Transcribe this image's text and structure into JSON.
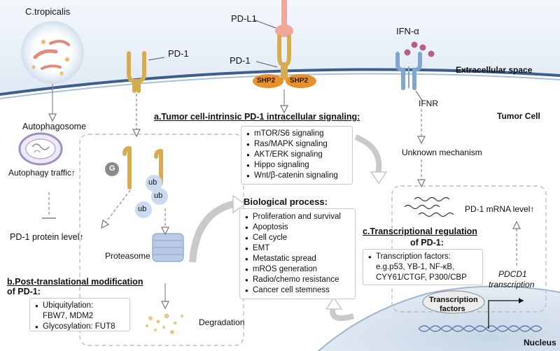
{
  "labels": {
    "c_tropicalis": "C.tropicalis",
    "pd1_top": "PD-1",
    "pdl1": "PD-L1",
    "pd1_mid": "PD-1",
    "shp2_left": "SHP2",
    "shp2_right": "SHP2",
    "ifn_alpha": "IFN-α",
    "extracellular": "Extracellular space",
    "ifnr": "IFNR",
    "tumor_cell": "Tumor Cell",
    "autophagosome": "Autophagosome",
    "autophagy_traffic": "Autophagy traffic↑",
    "g_badge": "G",
    "ub1": "ub",
    "ub2": "ub",
    "ub3": "ub",
    "pd1_protein": "PD-1 protein level↑",
    "proteasome": "Proteasome",
    "degradation": "Degradation",
    "unknown_mechanism": "Unknown mechanism",
    "pd1_mrna": "PD-1 mRNA level↑",
    "pdcd1_line1": "PDCD1",
    "pdcd1_line2": "transcription",
    "transcription_factors_line1": "Transcription",
    "transcription_factors_line2": "factors",
    "nucleus": "Nucleus"
  },
  "section_a": {
    "title": "a.Tumor cell-intrinsic PD-1 intracellular signaling:",
    "items": [
      "mTOR/S6 signaling",
      "Ras/MAPK signaling",
      "AKT/ERK signaling",
      "Hippo signaling",
      "Wnt/β-catenin signaling"
    ]
  },
  "biological": {
    "title": "Biological process:",
    "items": [
      "Proliferation and survival",
      "Apoptosis",
      "Cell cycle",
      "EMT",
      "Metastatic spread",
      "mROS generation",
      "Radio/chemo resistance",
      "Cancer cell stemness"
    ]
  },
  "section_b": {
    "title_line1": "b.Post-translational modification",
    "title_line2": "of PD-1:",
    "items": [
      {
        "line1": "Ubiquitylation:",
        "line2": "FBW7, MDM2"
      },
      {
        "line1": "Glycosylation: FUT8",
        "line2": ""
      }
    ]
  },
  "section_c": {
    "title_line1": "c.Transcriptional regulation",
    "title_line2": "of PD-1:",
    "item_line1": "Transcription factors:",
    "lines": [
      "e.g.p53, YB-1, NF-κB,",
      "CYY61/CTGF, P300/CBP"
    ]
  },
  "colors": {
    "receptor": "#d7ac4f",
    "pdl1": "#f2a59a",
    "shp2": "#e8902a",
    "ifnr": "#7fa7cf",
    "ifn_dots": "#b46081",
    "ub": "#c9daf1",
    "membrane": "#3d5f8f",
    "extracellular_bg": "#eaf1f9",
    "nucleus_bg": "#dde7f1"
  }
}
